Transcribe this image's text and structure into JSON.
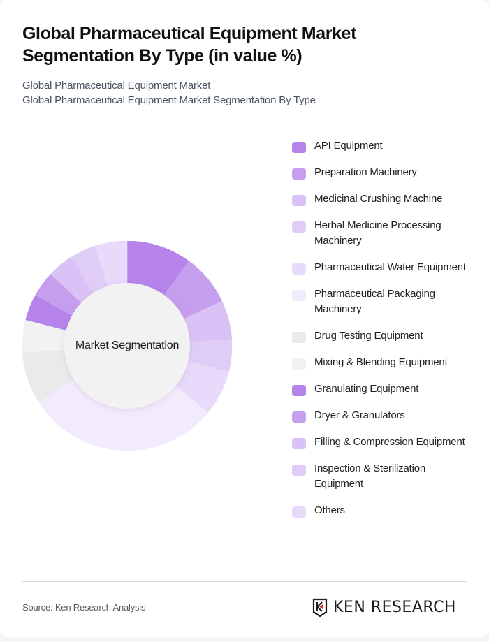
{
  "header": {
    "title": "Global Pharmaceutical Equipment Market Segmentation By Type (in value %)",
    "subtitle_1": "Global Pharmaceutical Equipment Market",
    "subtitle_2": "Global Pharmaceutical Equipment Market Segmentation By Type"
  },
  "chart": {
    "center_label": "Market Segmentation"
  },
  "chart_data": {
    "type": "pie",
    "variant": "donut",
    "title": "Global Pharmaceutical Equipment Market Segmentation By Type (in value %)",
    "center_label": "Market Segmentation",
    "legend_position": "right",
    "start_angle_deg": 0,
    "direction": "clockwise",
    "categories": [
      "API Equipment",
      "Preparation Machinery",
      "Medicinal Crushing Machine",
      "Herbal Medicine Processing Machinery",
      "Pharmaceutical Water Equipment",
      "Pharmaceutical Packaging Machinery",
      "Drug Testing Equipment",
      "Mixing & Blending Equipment",
      "Granulating Equipment",
      "Dryer & Granulators",
      "Filling & Compression Equipment",
      "Inspection & Sterilization Equipment",
      "Others"
    ],
    "values": [
      10,
      8,
      6,
      5,
      7,
      30,
      8,
      5,
      4,
      4,
      4,
      4,
      5
    ],
    "colors": [
      "#b583ea",
      "#c59fee",
      "#dbc2f6",
      "#e0cdf7",
      "#e8dafb",
      "#f2ebfc",
      "#eaeaea",
      "#f2f2f2",
      "#b583ea",
      "#c59fee",
      "#dbc2f6",
      "#e0cdf7",
      "#e8dafb"
    ]
  },
  "legend": {
    "items": [
      {
        "label": "API Equipment",
        "color": "#b583ea"
      },
      {
        "label": "Preparation Machinery",
        "color": "#c59fee"
      },
      {
        "label": "Medicinal Crushing Machine",
        "color": "#dbc2f6"
      },
      {
        "label": "Herbal Medicine Processing Machinery",
        "color": "#e0cdf7"
      },
      {
        "label": "Pharmaceutical Water Equipment",
        "color": "#e8dafb"
      },
      {
        "label": "Pharmaceutical Packaging Machinery",
        "color": "#f2ebfc"
      },
      {
        "label": "Drug Testing Equipment",
        "color": "#eaeaea"
      },
      {
        "label": "Mixing & Blending Equipment",
        "color": "#f2f2f2"
      },
      {
        "label": "Granulating Equipment",
        "color": "#b583ea"
      },
      {
        "label": "Dryer & Granulators",
        "color": "#c59fee"
      },
      {
        "label": "Filling & Compression Equipment",
        "color": "#dbc2f6"
      },
      {
        "label": "Inspection & Sterilization Equipment",
        "color": "#e0cdf7"
      },
      {
        "label": "Others",
        "color": "#e8dafb"
      }
    ]
  },
  "footer": {
    "source": "Source: Ken Research Analysis",
    "logo_text": "KEN RESEARCH"
  }
}
